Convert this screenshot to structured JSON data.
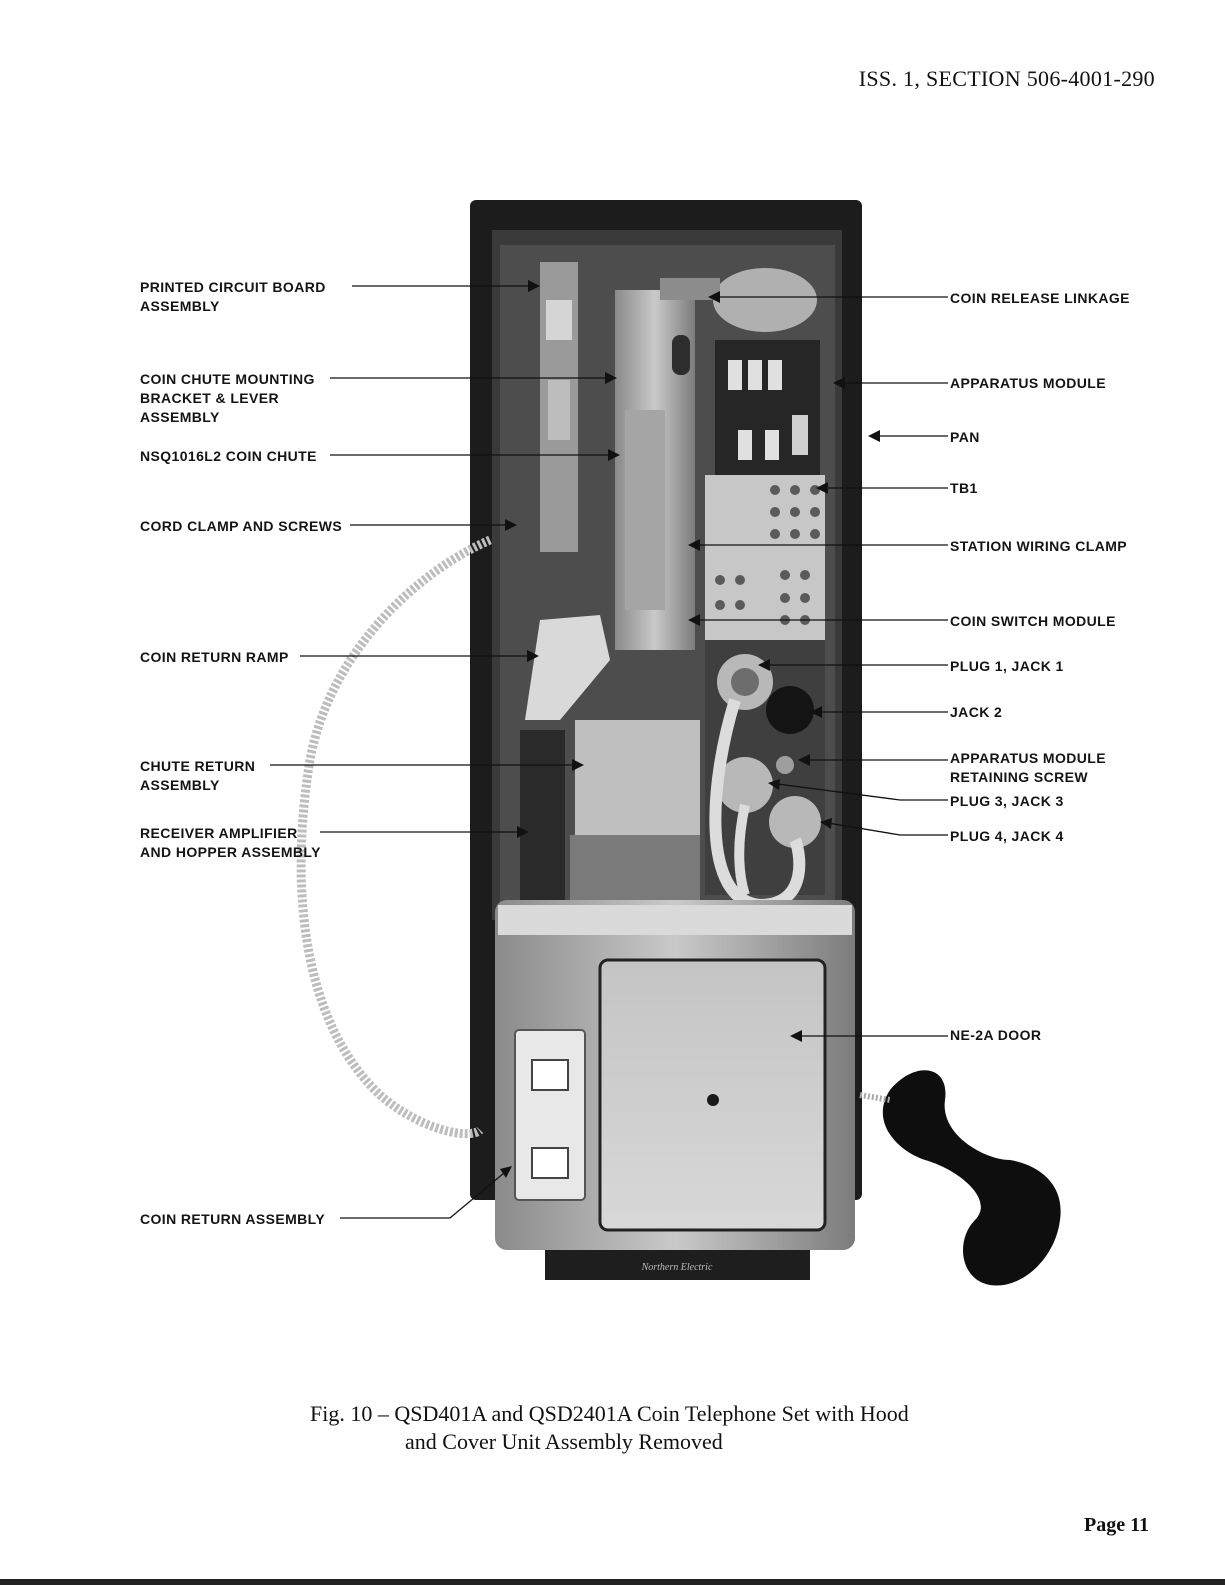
{
  "header": "ISS. 1, SECTION 506-4001-290",
  "labels_left": [
    "PRINTED CIRCUIT BOARD\nASSEMBLY",
    "COIN CHUTE MOUNTING\nBRACKET & LEVER\nASSEMBLY",
    "NSQ1016L2 COIN CHUTE",
    "CORD CLAMP AND SCREWS",
    "COIN RETURN RAMP",
    "CHUTE RETURN\nASSEMBLY",
    "RECEIVER AMPLIFIER\nAND HOPPER ASSEMBLY",
    "COIN RETURN ASSEMBLY"
  ],
  "labels_right": [
    "COIN RELEASE LINKAGE",
    "APPARATUS MODULE",
    "PAN",
    "TB1",
    "STATION WIRING CLAMP",
    "COIN SWITCH MODULE",
    "PLUG 1, JACK 1",
    "JACK 2",
    "APPARATUS MODULE\nRETAINING SCREW",
    "PLUG 3, JACK 3",
    "PLUG 4, JACK 4",
    "NE-2A DOOR"
  ],
  "brand_plate": "Northern Electric",
  "caption": {
    "line1": "Fig. 10 – QSD401A and QSD2401A Coin Telephone Set with Hood",
    "line2": "and Cover Unit Assembly Removed"
  },
  "page_number": "Page 11"
}
